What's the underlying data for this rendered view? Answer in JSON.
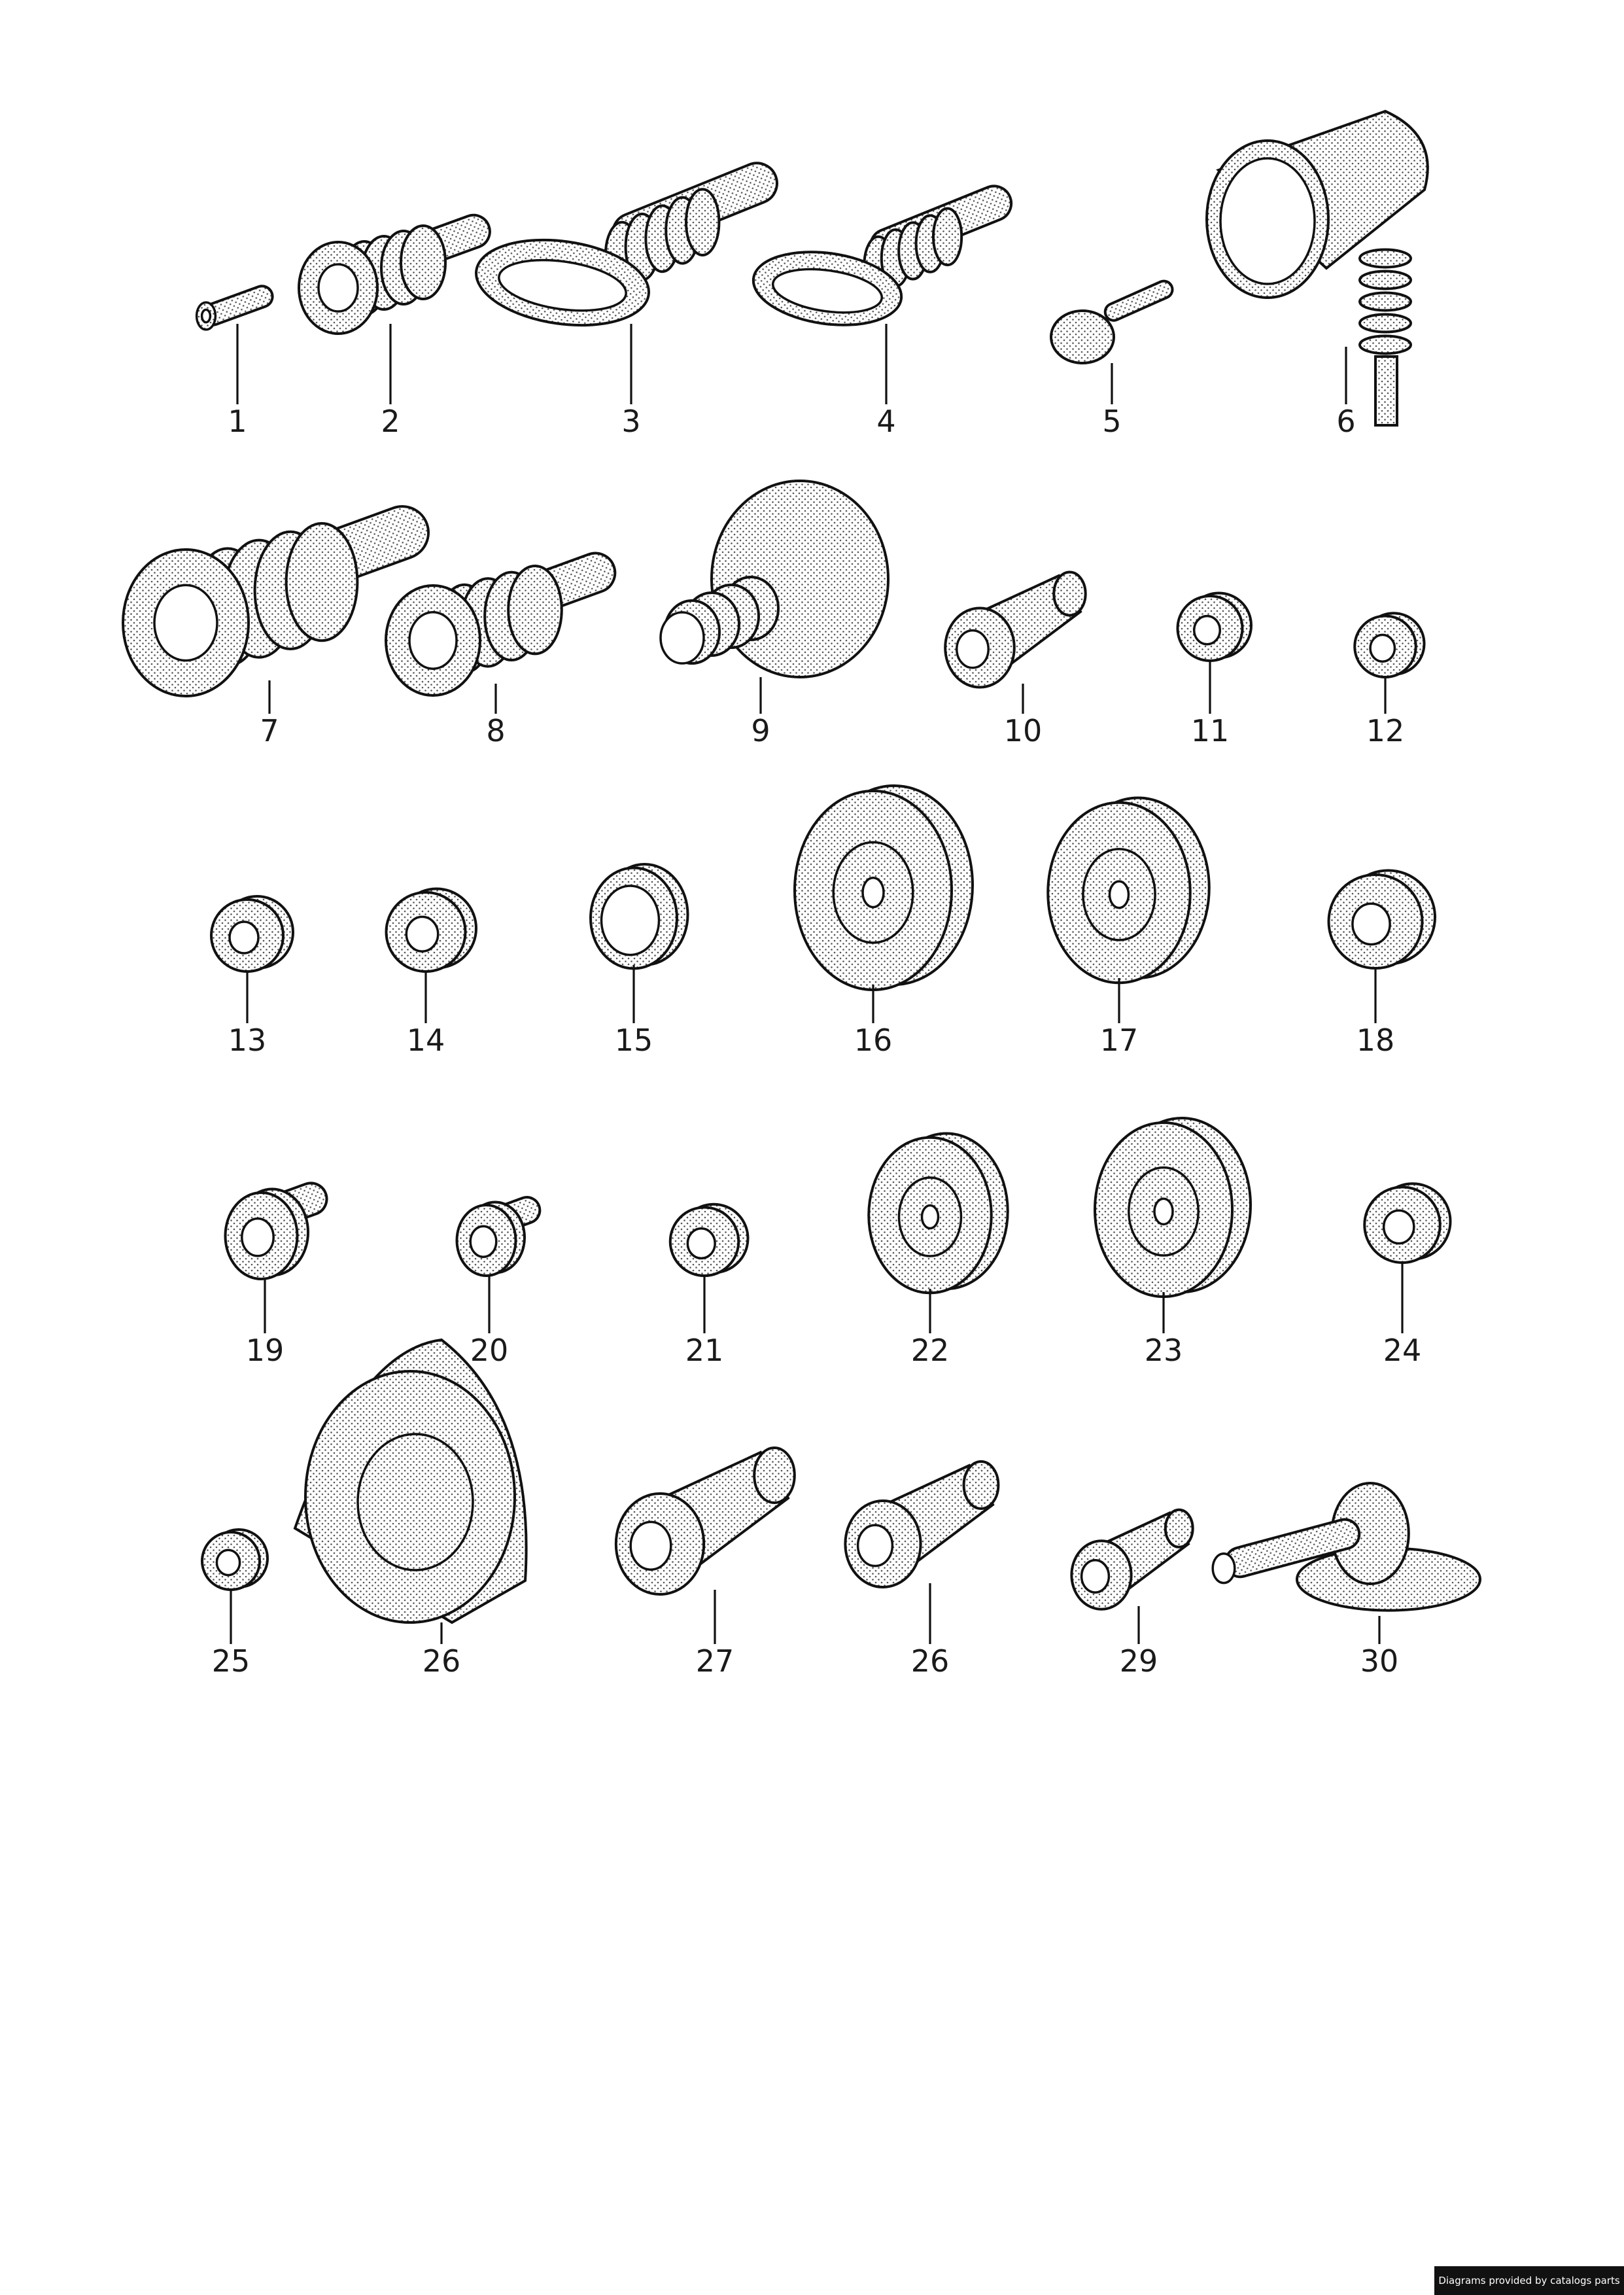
{
  "labels": [
    "1",
    "2",
    "3",
    "4",
    "5",
    "6",
    "7",
    "8",
    "9",
    "10",
    "11",
    "12",
    "13",
    "14",
    "15",
    "16",
    "17",
    "18",
    "19",
    "20",
    "21",
    "22",
    "23",
    "24",
    "25",
    "26",
    "27",
    "26",
    "29",
    "30"
  ],
  "credit": "Diagrams provided by catalogs parts"
}
